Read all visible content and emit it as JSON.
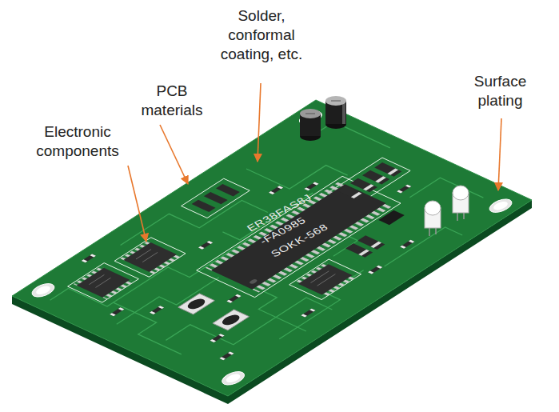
{
  "diagram": {
    "labels": [
      "Electronic components",
      "PCB materials",
      "Solder, conformal coating, etc.",
      "Surface plating",
      "ER38FAS8J",
      "-FA0985",
      "SOKK-568"
    ]
  }
}
